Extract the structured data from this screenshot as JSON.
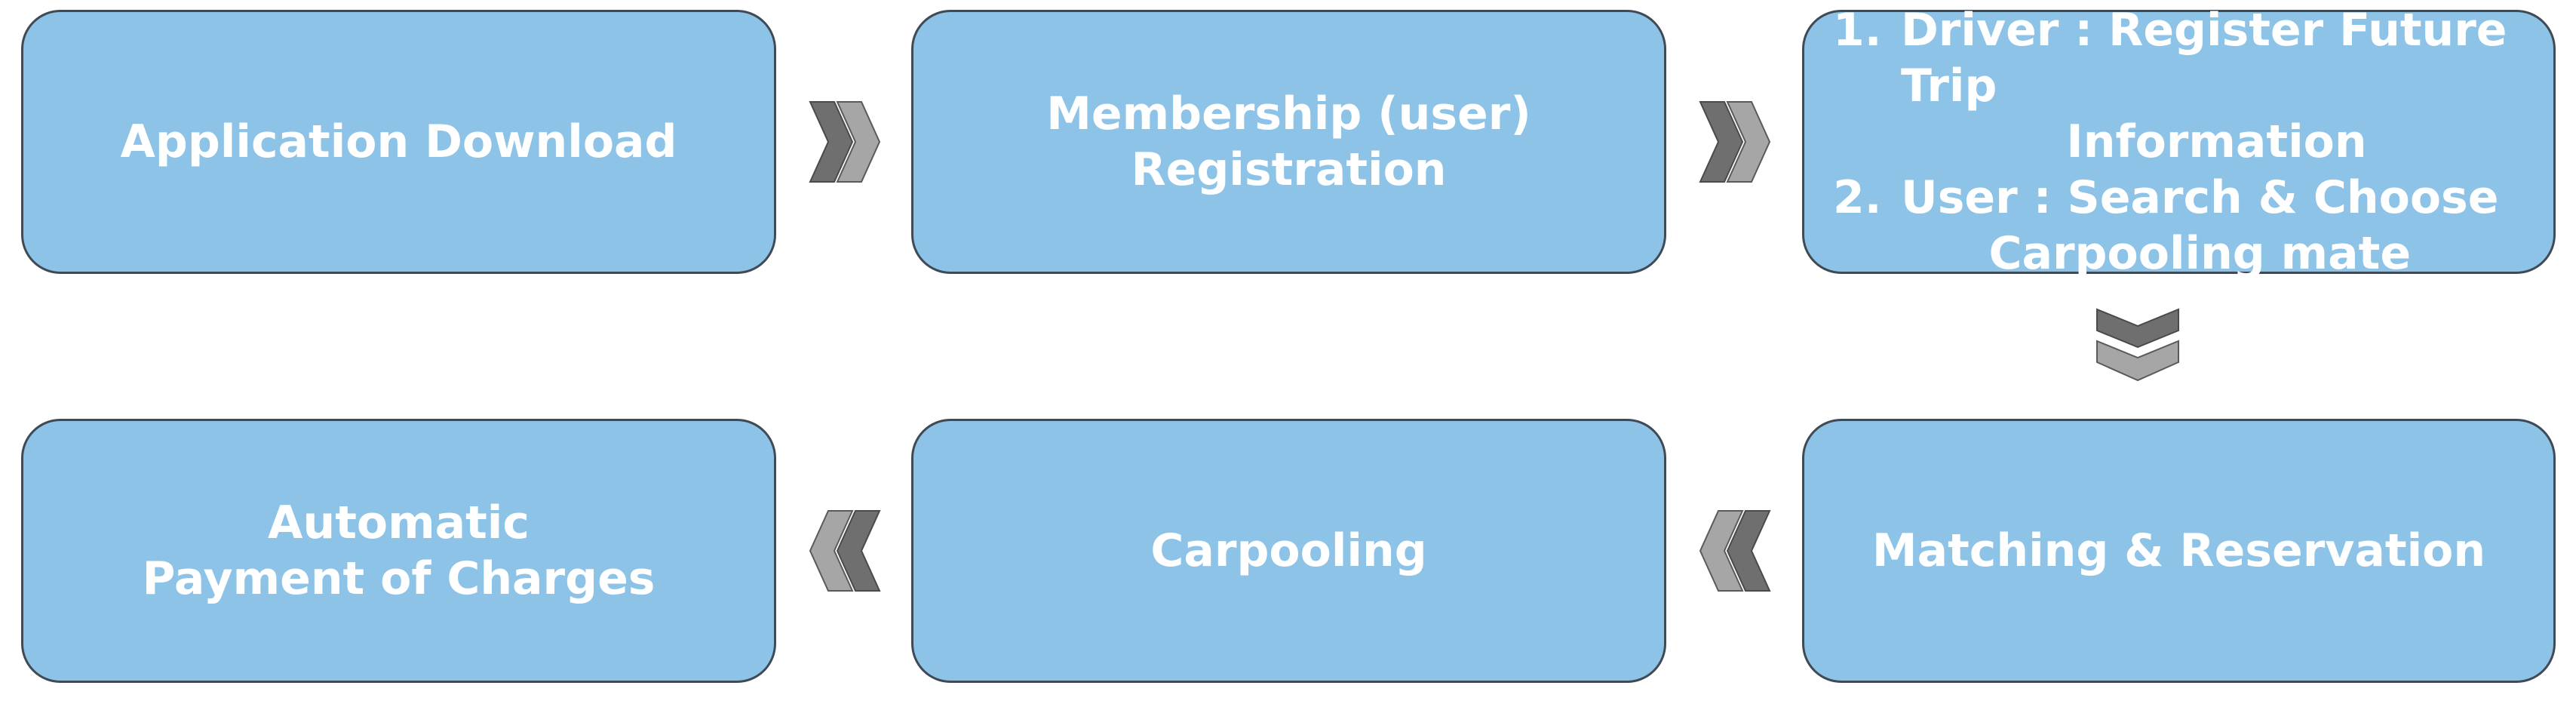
{
  "steps": [
    {
      "lines": [
        "Application Download"
      ]
    },
    {
      "lines": [
        "Membership (user)",
        "Registration"
      ]
    },
    {
      "items": [
        {
          "num": "1.",
          "lines": [
            "Driver : Register Future Trip",
            "Information"
          ]
        },
        {
          "num": "2.",
          "lines": [
            "User : Search & Choose",
            "Carpooling mate"
          ]
        }
      ]
    },
    {
      "lines": [
        "Matching & Reservation"
      ]
    },
    {
      "lines": [
        "Carpooling"
      ]
    },
    {
      "lines": [
        "Automatic",
        "Payment of Charges"
      ]
    }
  ],
  "colors": {
    "box_fill": "#8ec3e8",
    "box_border": "#3f4a55",
    "arrow_dark": "#6f6f6f",
    "arrow_light": "#a6a6a6"
  }
}
